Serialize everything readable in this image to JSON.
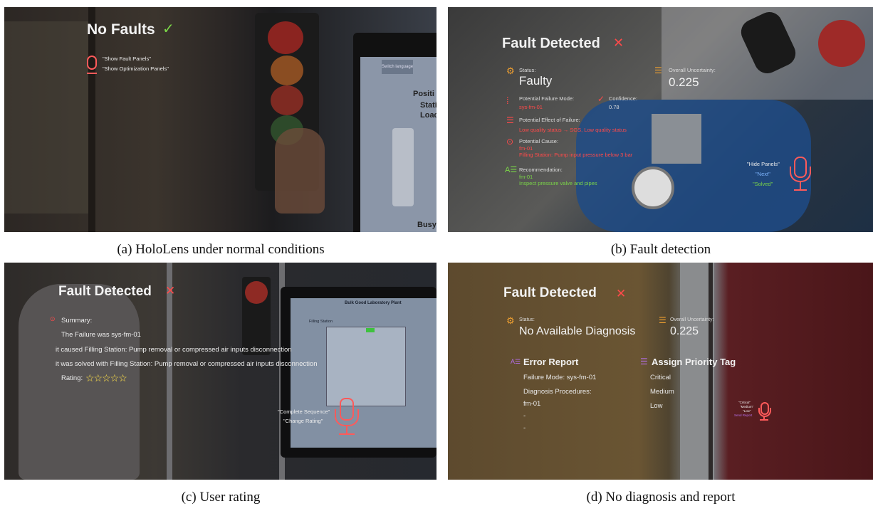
{
  "captions": {
    "a": "(a) HoloLens under normal conditions",
    "b": "(b) Fault detection",
    "c": "(c) User rating",
    "d": "(d) No diagnosis and report"
  },
  "panel_a": {
    "title": "No Faults",
    "check_icon": "check-icon",
    "voice_commands": [
      "\"Show Fault Panels\"",
      "\"Show Optimization Panels\""
    ],
    "screen_button": "Switch language",
    "screen_label_1": "Positi",
    "screen_label_2": "Statio",
    "screen_label_3": "Loadi",
    "screen_label_4": "Busy"
  },
  "panel_b": {
    "title": "Fault Detected",
    "status_label": "Status:",
    "status_value": "Faulty",
    "uncertainty_label": "Overall Uncertainty:",
    "uncertainty_value": "0.225",
    "failure_mode_label": "Potential Failure Mode:",
    "failure_mode_value": "sys-fm-01",
    "confidence_label": "Confidence:",
    "confidence_value": "0.78",
    "effect_label": "Potential Effect of Failure:",
    "effect_value": "Low quality status → SGS, Low quality status",
    "cause_label": "Potential Cause:",
    "cause_value_1": "fm-01",
    "cause_value_2": "Filling Station: Pump input pressure below 3 bar",
    "recommendation_label": "Recommendation:",
    "recommendation_value_1": "fm-01",
    "recommendation_value_2": "Inspect pressure valve and pipes",
    "voice_commands": [
      "\"Hide Panels\"",
      "\"Next\"",
      "\"Solved\""
    ]
  },
  "panel_c": {
    "title": "Fault Detected",
    "summary_label": "Summary:",
    "line1": "The Failure was sys-fm-01",
    "line2": "it caused Filling Station: Pump removal or compressed air inputs disconnection",
    "line3": "it was solved with Filling Station: Pump removal or compressed air inputs disconnection",
    "rating_label": "Rating:",
    "rating_stars": "☆☆☆☆☆",
    "voice_commands": [
      "\"Complete Sequence\"",
      "\"Change Rating\""
    ],
    "screen_title": "Bulk Good Laboratory Plant",
    "screen_label": "Filling Station"
  },
  "panel_d": {
    "title": "Fault Detected",
    "status_label": "Status:",
    "status_value": "No Available Diagnosis",
    "uncertainty_label": "Overall Uncertainty:",
    "uncertainty_value": "0.225",
    "error_report_title": "Error Report",
    "failure_mode": "Failure Mode: sys-fm-01",
    "diagnosis_label": "Diagnosis Procedures:",
    "diagnosis_value": "fm-01",
    "dash1": "-",
    "dash2": "-",
    "priority_title": "Assign Priority Tag",
    "priorities": [
      "Critical",
      "Medium",
      "Low"
    ],
    "voice_commands": [
      "\"Critical\"",
      "\"Medium\"",
      "\"Low\"",
      "Send Report"
    ]
  },
  "colors": {
    "accent_red": "#ff4a4a",
    "accent_orange": "#f0a030",
    "accent_green": "#7bd648",
    "accent_purple": "#b46ee8",
    "accent_blue": "#7fb6ff"
  }
}
